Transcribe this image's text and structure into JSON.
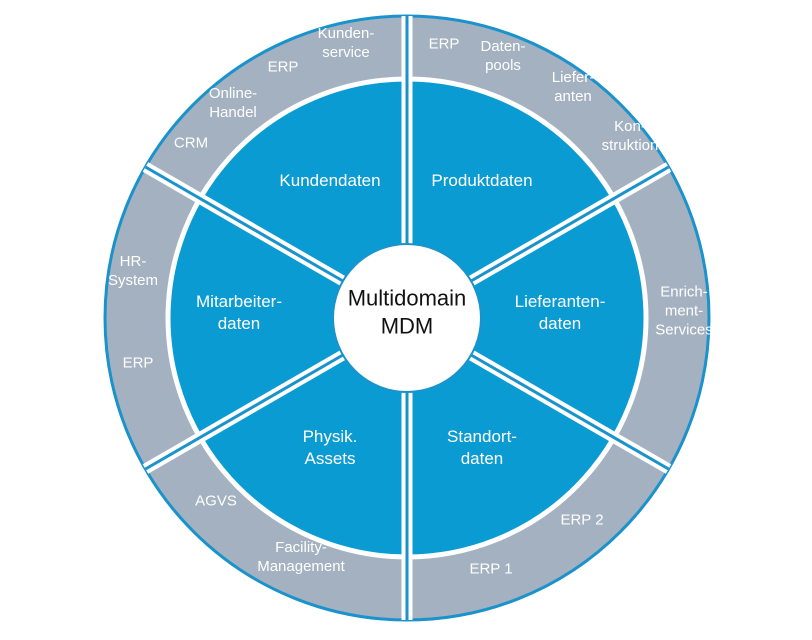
{
  "center": {
    "lines": [
      "Multidomain",
      "MDM"
    ]
  },
  "domains": [
    {
      "lines": [
        "Kundendaten"
      ]
    },
    {
      "lines": [
        "Produktdaten"
      ]
    },
    {
      "lines": [
        "Lieferanten-",
        "daten"
      ]
    },
    {
      "lines": [
        "Standort-",
        "daten"
      ]
    },
    {
      "lines": [
        "Physik.",
        "Assets"
      ]
    },
    {
      "lines": [
        "Mitarbeiter-",
        "daten"
      ]
    }
  ],
  "systems": [
    {
      "group": 0,
      "lines": [
        "Kunden-",
        "service"
      ]
    },
    {
      "group": 0,
      "lines": [
        "ERP"
      ]
    },
    {
      "group": 0,
      "lines": [
        "Online-",
        "Handel"
      ]
    },
    {
      "group": 0,
      "lines": [
        "CRM"
      ]
    },
    {
      "group": 1,
      "lines": [
        "ERP"
      ]
    },
    {
      "group": 1,
      "lines": [
        "Daten-",
        "pools"
      ]
    },
    {
      "group": 1,
      "lines": [
        "Liefer-",
        "anten"
      ]
    },
    {
      "group": 1,
      "lines": [
        "Kon-",
        "struktion"
      ]
    },
    {
      "group": 2,
      "lines": [
        "Enrich-",
        "ment-",
        "Services"
      ]
    },
    {
      "group": 3,
      "lines": [
        "ERP 2"
      ]
    },
    {
      "group": 3,
      "lines": [
        "ERP 1"
      ]
    },
    {
      "group": 4,
      "lines": [
        "AGVS"
      ]
    },
    {
      "group": 4,
      "lines": [
        "Facility-",
        "Management"
      ]
    },
    {
      "group": 5,
      "lines": [
        "HR-",
        "System"
      ]
    },
    {
      "group": 5,
      "lines": [
        "ERP"
      ]
    }
  ],
  "colors": {
    "ring": "#a3b1c0",
    "domain": "#0b9bd3",
    "border": "#1a92cc",
    "divider": "#ffffff",
    "center_bg": "#ffffff",
    "center_text": "#111111",
    "label_text": "#ffffff"
  }
}
